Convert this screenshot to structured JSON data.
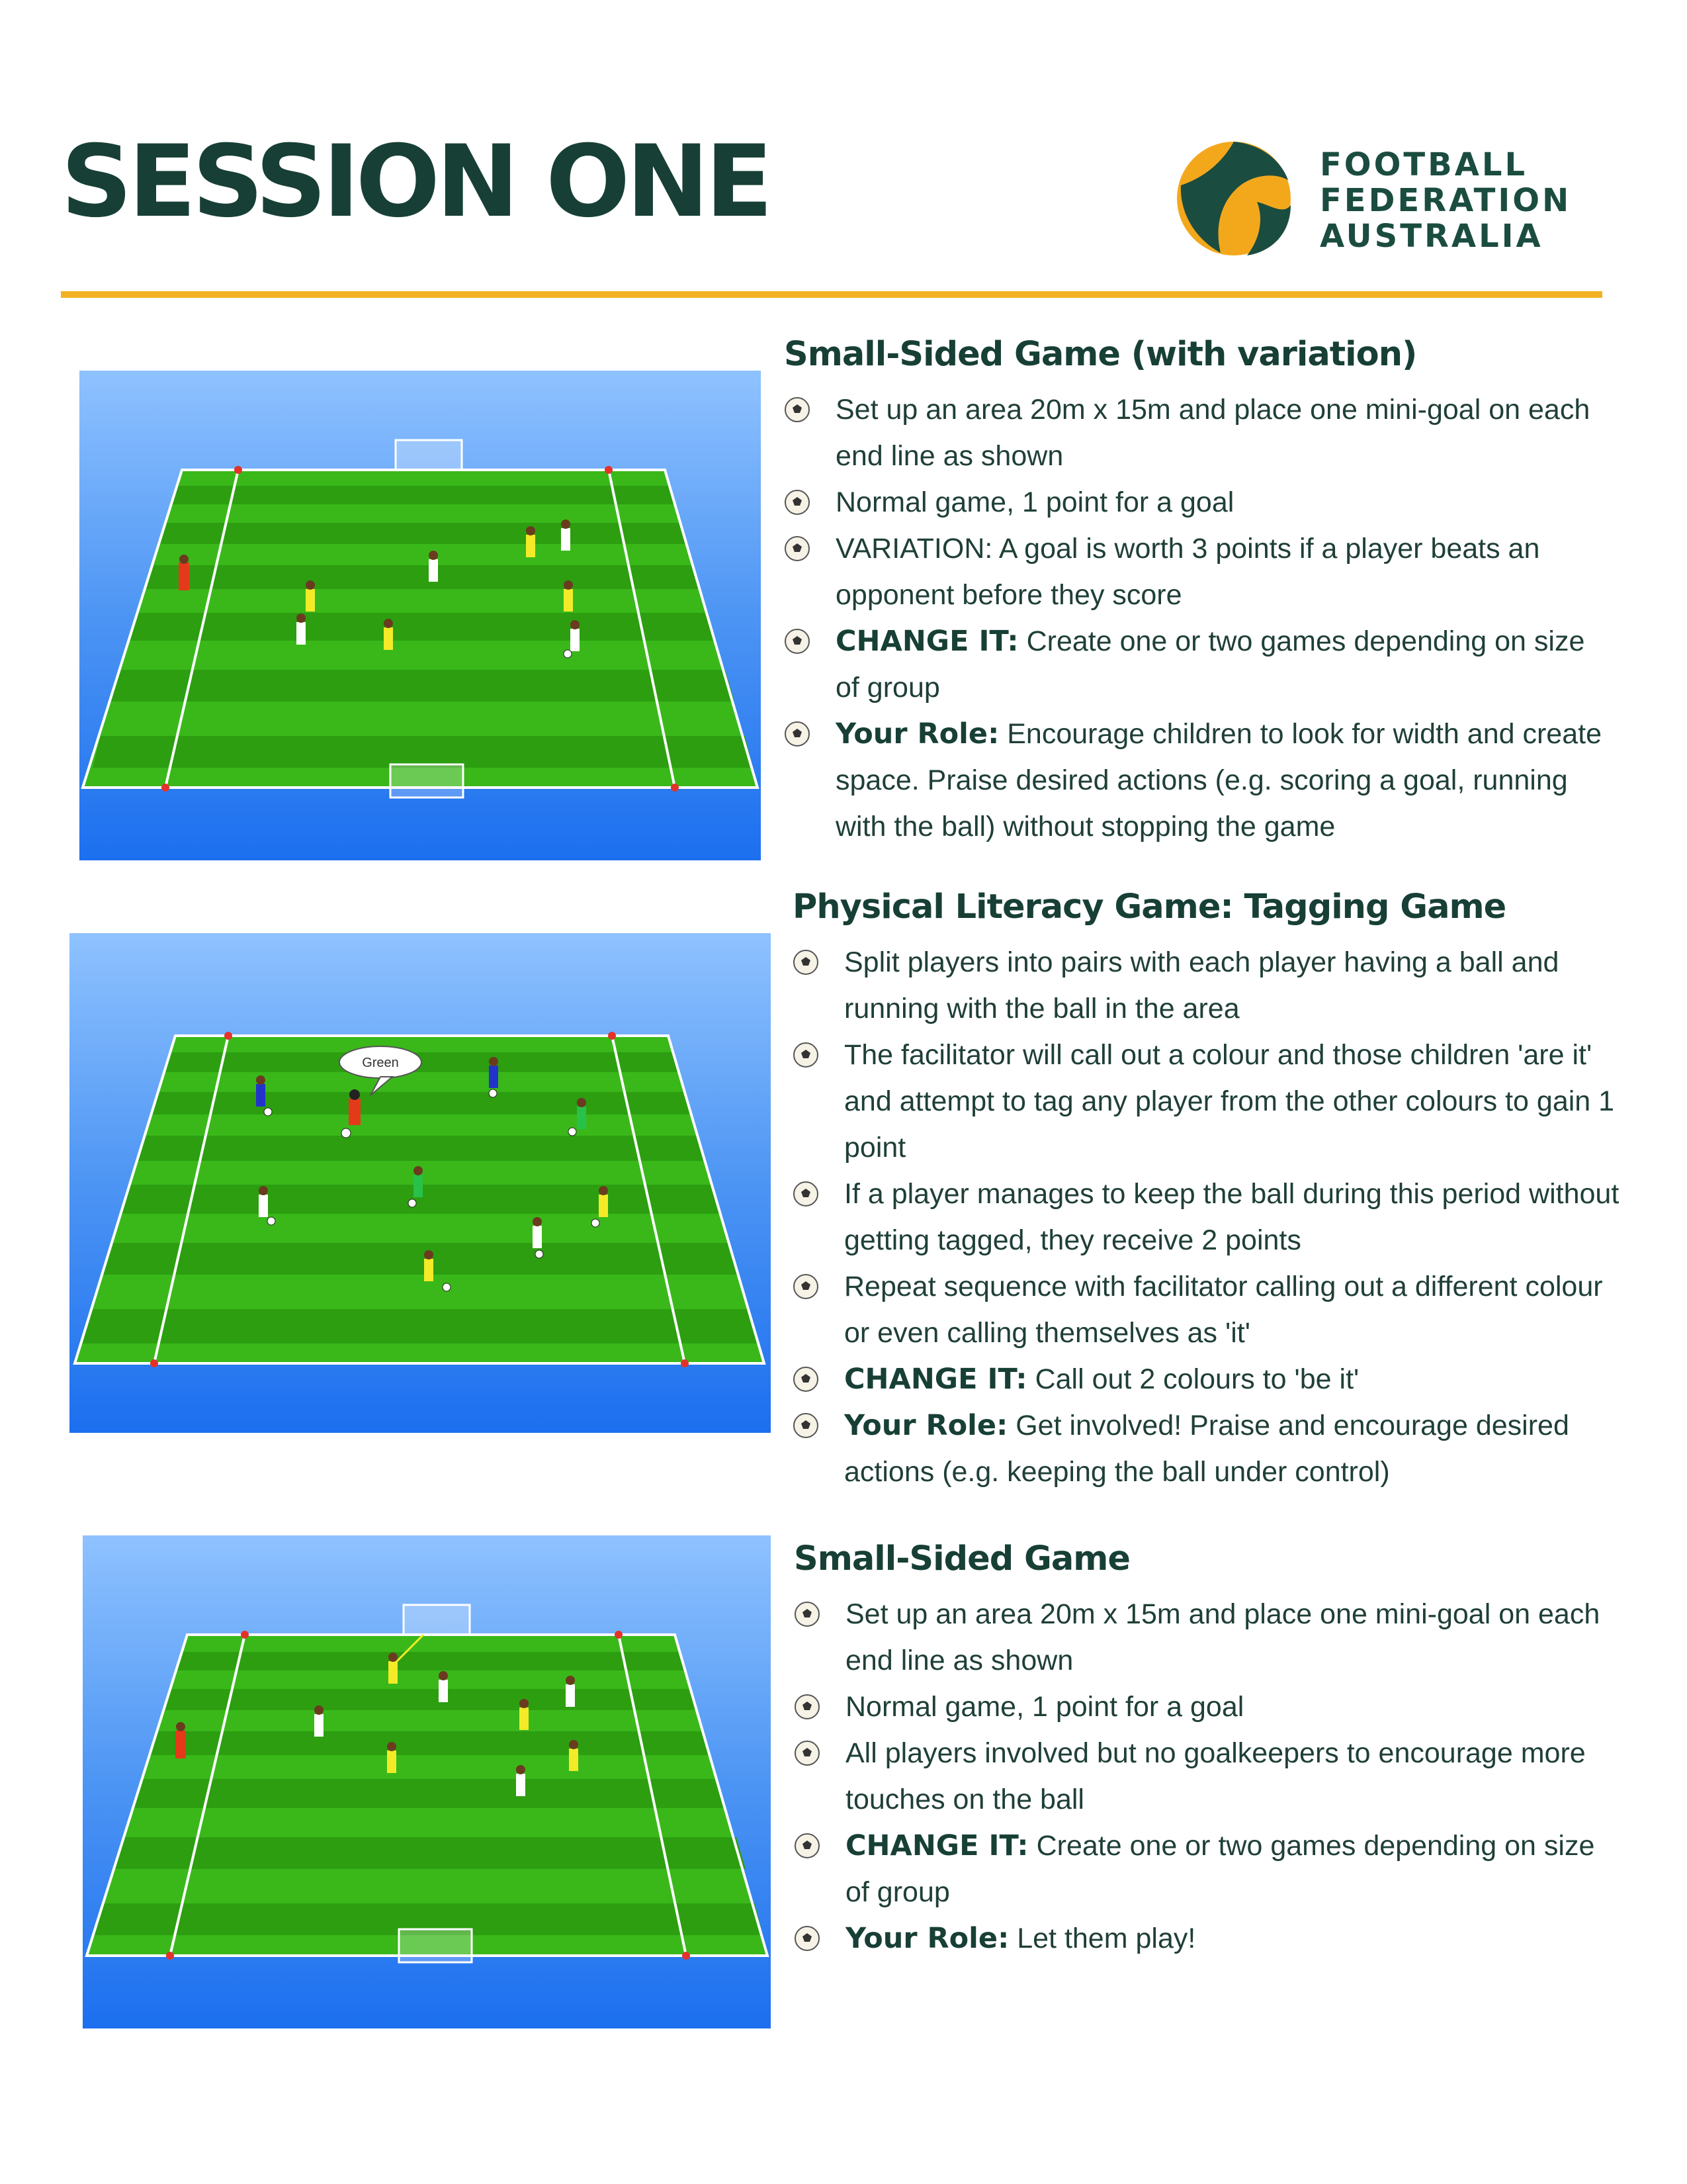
{
  "page_title": "SESSION ONE",
  "logo": {
    "line1": "FOOTBALL",
    "line2": "FEDERATION",
    "line3": "AUSTRALIA"
  },
  "colors": {
    "accent": "#f3b223",
    "brand_dark": "#173f36",
    "pitch_green": "#2fae12",
    "sky_blue": "#2f7ff0"
  },
  "diagram2": {
    "speech_bubble": "Green"
  },
  "sections": [
    {
      "heading": "Small-Sided Game (with variation)",
      "bullets": [
        {
          "label": "",
          "text": "Set up an area 20m x 15m and place one mini-goal on each end line as shown"
        },
        {
          "label": "",
          "text": "Normal game, 1 point for a goal"
        },
        {
          "label": "",
          "text": "VARIATION: A goal is worth 3 points if a player beats an opponent before they score"
        },
        {
          "label": "CHANGE IT:",
          "text": " Create one or two games depending on size of group"
        },
        {
          "label": "Your Role:",
          "text": " Encourage children to look for width and create space. Praise desired actions (e.g. scoring a goal, running with the ball) without stopping the game"
        }
      ]
    },
    {
      "heading": "Physical Literacy Game: Tagging Game",
      "bullets": [
        {
          "label": "",
          "text": "Split players into pairs with each player having a ball and running with the ball in the area"
        },
        {
          "label": "",
          "text": "The facilitator will call out a colour and those children 'are it' and attempt to tag any player from the other colours to gain 1 point"
        },
        {
          "label": "",
          "text": "If a player manages to keep the ball during this period without getting tagged, they receive 2 points"
        },
        {
          "label": "",
          "text": "Repeat sequence with facilitator calling out a different colour or even calling themselves as 'it'"
        },
        {
          "label": "CHANGE IT:",
          "text": " Call out 2 colours to 'be it'"
        },
        {
          "label": "Your Role:",
          "text": " Get involved! Praise and encourage desired actions (e.g. keeping the ball under control)"
        }
      ]
    },
    {
      "heading": "Small-Sided Game",
      "bullets": [
        {
          "label": "",
          "text": "Set up an area 20m x 15m and place one mini-goal on each end line as shown"
        },
        {
          "label": "",
          "text": "Normal game, 1 point for a goal"
        },
        {
          "label": "",
          "text": "All players involved but no goalkeepers to encourage more touches on the ball"
        },
        {
          "label": "CHANGE IT:",
          "text": " Create one or two games depending on size of group"
        },
        {
          "label": "Your Role:",
          "text": " Let them play!"
        }
      ]
    }
  ]
}
